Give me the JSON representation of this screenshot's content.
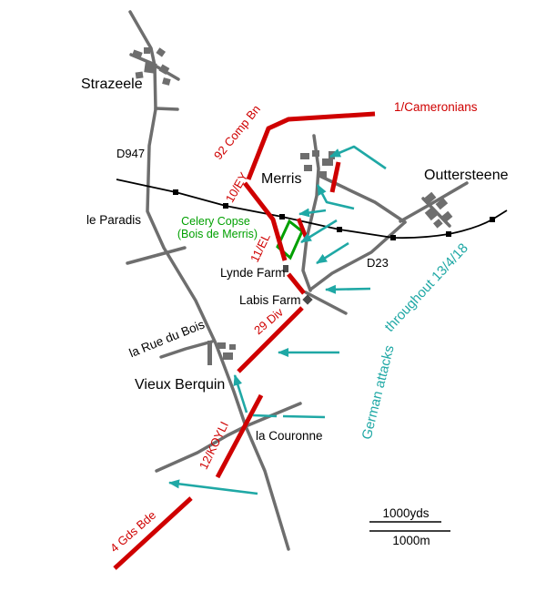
{
  "colors": {
    "front_line_red": "#cf0000",
    "attack_teal": "#1fa8a5",
    "wood_green": "#00a000",
    "road_gray": "#6e6e6e",
    "building_dark": "#4a4a4a",
    "railway_black": "#000000",
    "background": "#ffffff"
  },
  "places": {
    "strazeele": "Strazeele",
    "merris": "Merris",
    "outtersteene": "Outtersteene",
    "le_paradis": "le Paradis",
    "vieux_berquin": "Vieux Berquin",
    "la_couronne": "la Couronne",
    "la_rue_du_bois": "la Rue du Bois",
    "lynde_farm": "Lynde Farm",
    "labis_farm": "Labis Farm"
  },
  "roads": {
    "d947": "D947",
    "d23": "D23"
  },
  "woods": {
    "celery_copse_line1": "Celery Copse",
    "celery_copse_line2": "(Bois de Merris)"
  },
  "units": {
    "cameronians": "1/Cameronians",
    "comp_bn_92": "92 Comp Bn",
    "ey_10": "10/EY",
    "el_11": "11/EL",
    "div_29": "29 Div",
    "koyli_12": "12/KOYLI",
    "gds_bde_4": "4 Gds Bde"
  },
  "attacks": {
    "line1": "German attacks",
    "line2": "throughout 13/4/18"
  },
  "scale_bar": {
    "yards": "1000yds",
    "meters": "1000m"
  }
}
